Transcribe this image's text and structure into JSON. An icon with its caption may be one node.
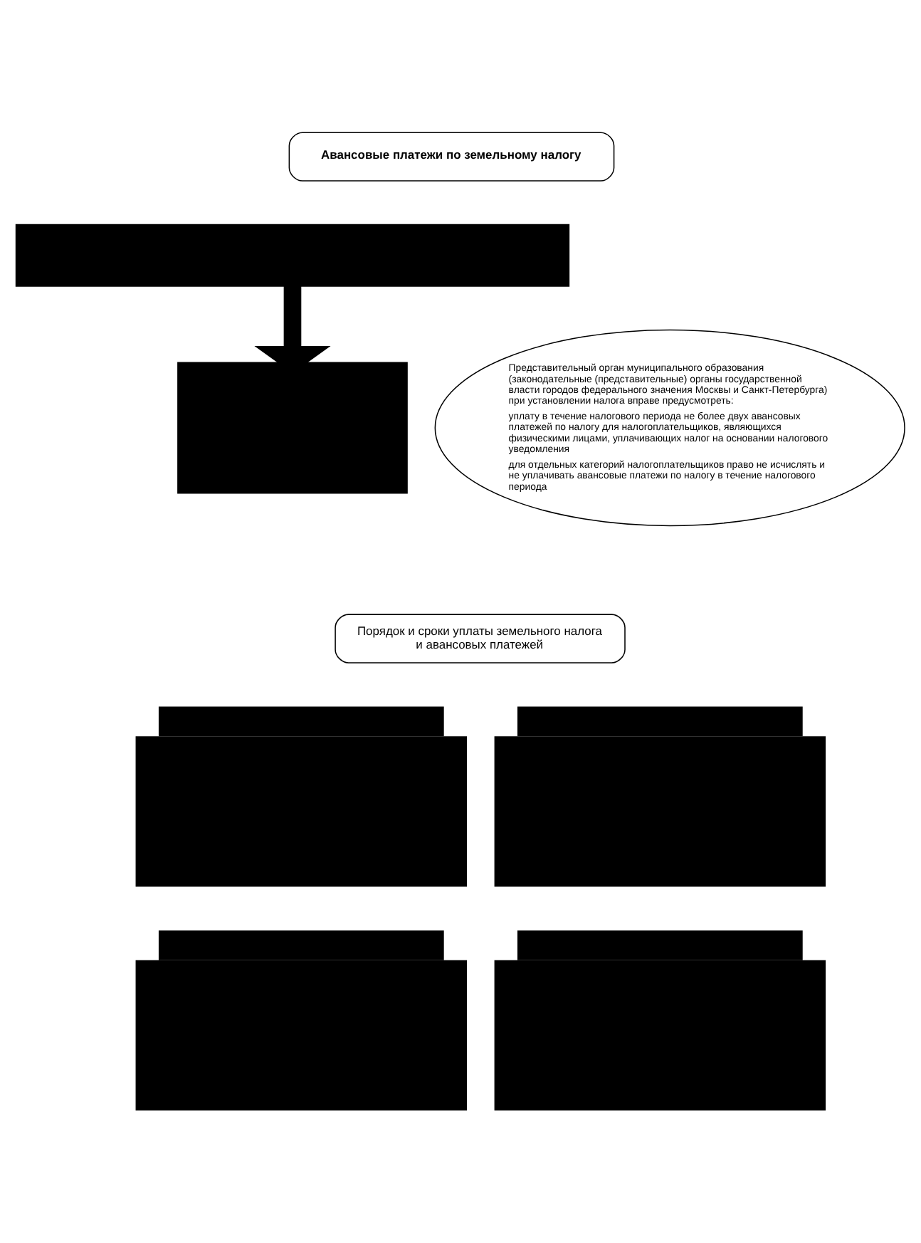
{
  "diagram": {
    "nodes": [
      {
        "text": [
          "Авансовые платежи по земельному налогу"
        ]
      },
      {
        "text": [],
        "shape": "box"
      },
      {
        "text": [],
        "shape": "box"
      },
      {
        "text": [
          "Представительный орган муниципального образования (законодательные (представительные) органы государственной власти городов федерального значения Москвы и Санкт-Петербурга) при установлении налога вправе предусмотреть:",
          "уплату в течение налогового периода не более двух авансовых платежей по налогу для налогоплательщиков, являющихся физическими лицами, уплачивающих налог на основании налогового уведомления",
          "для отдельных категорий налогоплательщиков право не исчислять и не уплачивать авансовые платежи по налогу в течение налогового периода"
        ]
      },
      {
        "text": [
          "Порядок и сроки уплаты земельного налога и авансовых платежей"
        ]
      },
      {
        "text": [],
        "shape": "tab"
      },
      {
        "text": [],
        "shape": "tab"
      },
      {
        "text": [],
        "shape": "tab"
      },
      {
        "text": [],
        "shape": "tab"
      }
    ],
    "edges": [
      {
        "from": 1,
        "to": 2,
        "arrow": "to"
      }
    ]
  }
}
